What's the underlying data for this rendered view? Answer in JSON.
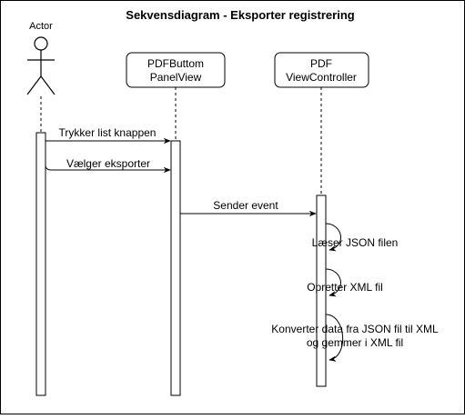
{
  "diagram": {
    "title": "Sekvensdiagram - Eksporter registrering",
    "actor": {
      "label": "Actor"
    },
    "participants": [
      {
        "line1": "PDFButtom",
        "line2": "PanelView"
      },
      {
        "line1": "PDF",
        "line2": "ViewController"
      }
    ],
    "messages": [
      {
        "label": "Trykker list knappen"
      },
      {
        "label": "Vælger eksporter"
      },
      {
        "label": "Sender event"
      }
    ],
    "self_calls": [
      {
        "line1": "Læser JSON filen",
        "line2": ""
      },
      {
        "line1": "Opretter XML fil",
        "line2": ""
      },
      {
        "line1": "Konverter data fra JSON fil til XML",
        "line2": "og gemmer i XML fil"
      }
    ],
    "colors": {
      "stroke": "#000000",
      "background": "#ffffff"
    }
  }
}
